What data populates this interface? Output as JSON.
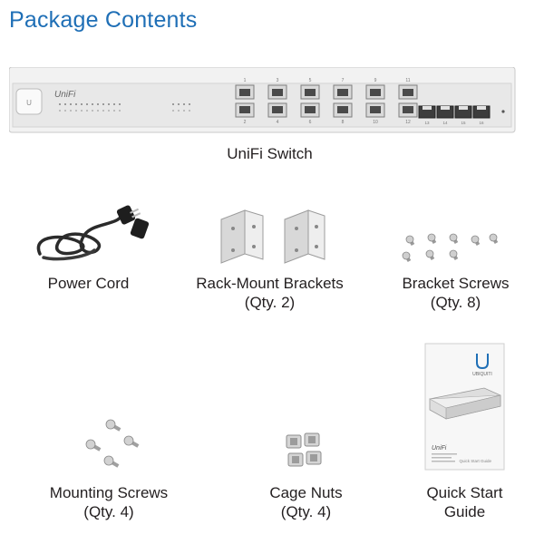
{
  "heading": "Package Contents",
  "items": [
    {
      "name": "UniFi Switch",
      "qty": ""
    },
    {
      "name": "Power Cord",
      "qty": ""
    },
    {
      "name": "Rack-Mount Brackets",
      "qty": "(Qty. 2)"
    },
    {
      "name": "Bracket Screws",
      "qty": "(Qty. 8)"
    },
    {
      "name": "Mounting Screws",
      "qty": "(Qty. 4)"
    },
    {
      "name": "Cage Nuts",
      "qty": "(Qty. 4)"
    },
    {
      "name": "Quick Start",
      "qty": "Guide"
    }
  ],
  "switch_labels": {
    "brand": "UniFi",
    "sfp_top": [
      "1",
      "3",
      "5",
      "7",
      "9",
      "11"
    ],
    "sfp_bottom": [
      "2",
      "4",
      "6",
      "8",
      "10",
      "12"
    ],
    "rj45_ports": [
      "13",
      "14",
      "15",
      "16"
    ]
  },
  "guide": {
    "brand": "UBIQUITI",
    "product": "UniFi",
    "cover_title": "Quick Start Guide"
  },
  "colors": {
    "heading": "#1f6fb6",
    "text": "#231f20",
    "chassis": "#ececec"
  }
}
